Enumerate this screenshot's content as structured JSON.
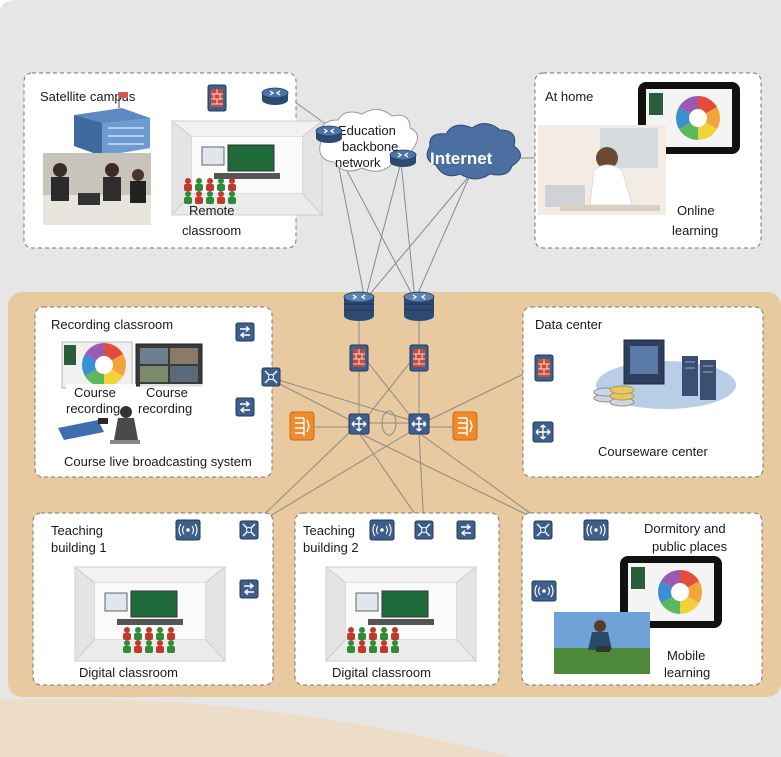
{
  "sections": {
    "satellite_campus": {
      "title": "Satellite campus",
      "caption": [
        "Remote",
        "classroom"
      ]
    },
    "at_home": {
      "title": "At home",
      "caption": [
        "Online",
        "learning"
      ]
    },
    "education_network": [
      "Education",
      "backbone",
      "network"
    ],
    "internet": "Internet",
    "recording_classroom": {
      "title": "Recording classroom",
      "course_recording_1": [
        "Course",
        "recording"
      ],
      "course_recording_2": [
        "Course",
        "recording"
      ],
      "system": "Course live broadcasting system"
    },
    "data_center": {
      "title": "Data center",
      "caption": "Courseware center"
    },
    "teaching_building_1": {
      "title": [
        "Teaching",
        "building 1"
      ],
      "caption": "Digital classroom"
    },
    "teaching_building_2": {
      "title": [
        "Teaching",
        "building 2"
      ],
      "caption": "Digital classroom"
    },
    "dormitory": {
      "title": [
        "Dormitory and",
        "public places"
      ],
      "caption": [
        "Mobile",
        "learning"
      ]
    }
  },
  "colors": {
    "outer_bg": "#e6e6e6",
    "campus_bg": "#e8c9a0",
    "device_blue": "#3d5f8c",
    "firewall_orange": "#f08a2a",
    "cloud_blue": "#4a6fa0"
  },
  "icons": [
    "router-icon",
    "switch-icon",
    "firewall-icon",
    "access-point-icon",
    "cloud-icon",
    "server-icon",
    "projector-screen-icon",
    "tablet-icon"
  ]
}
